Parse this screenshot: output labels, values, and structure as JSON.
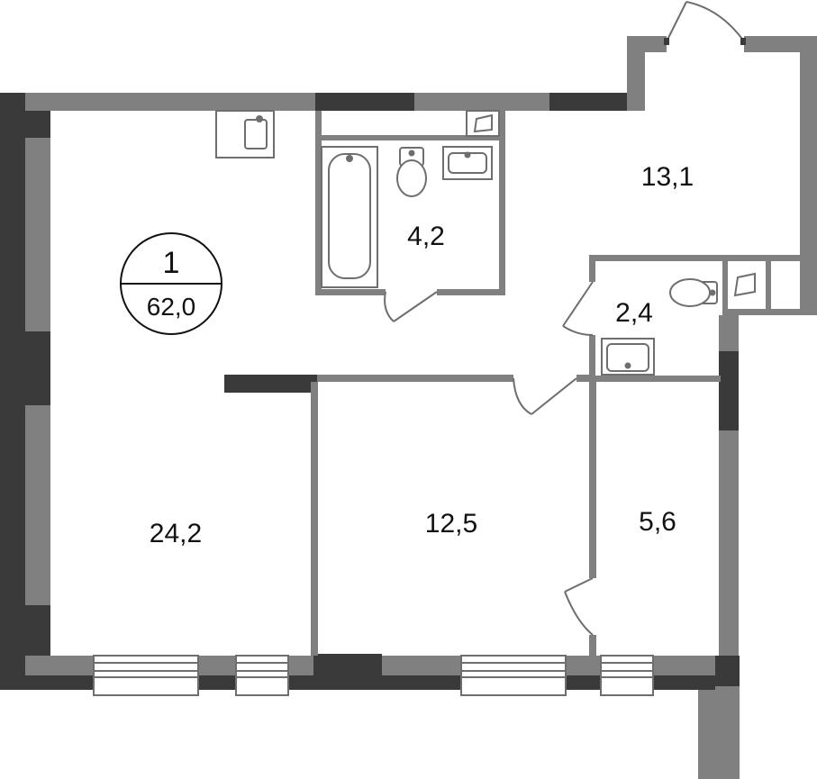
{
  "plan": {
    "unit_number": "1",
    "total_area": "62,0"
  },
  "rooms": {
    "living_room_area": "24,2",
    "bathroom_area": "4,2",
    "entrance_area": "13,1",
    "toilet_area": "2,4",
    "bedroom_area": "12,5",
    "storage_area": "5,6"
  },
  "colors": {
    "wall_light": "#808080",
    "wall_dark": "#3a3a3a",
    "fixture_stroke": "#6e6e6e",
    "fixture_fill": "#ffffff",
    "background": "#ffffff"
  }
}
